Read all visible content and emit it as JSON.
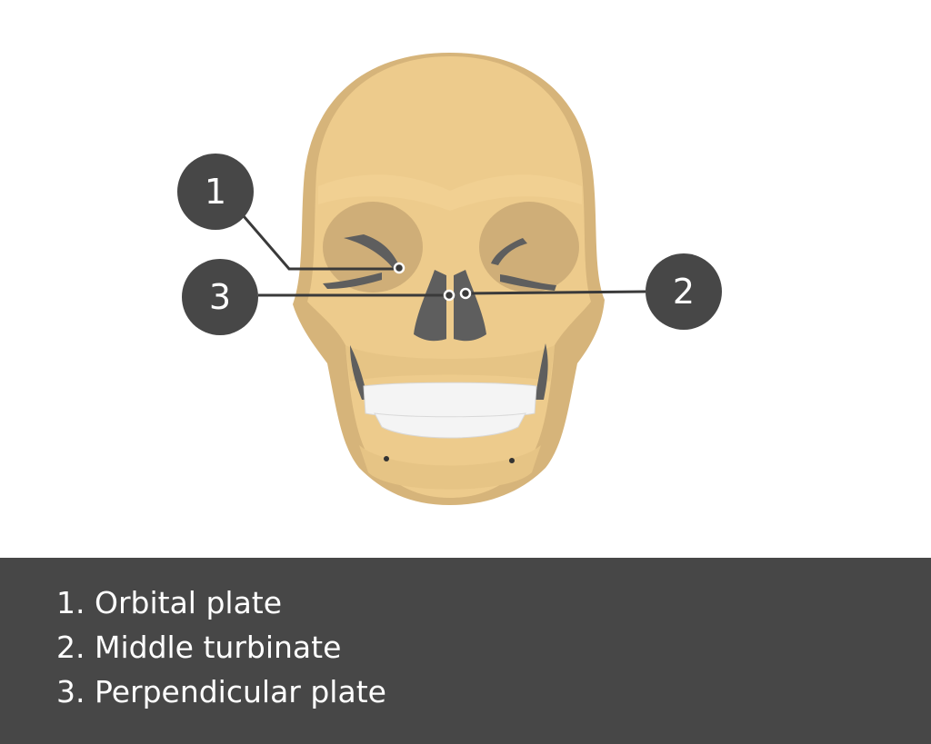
{
  "callouts": [
    {
      "number": "1",
      "target": "Orbital plate"
    },
    {
      "number": "2",
      "target": "Middle turbinate"
    },
    {
      "number": "3",
      "target": "Perpendicular plate"
    }
  ],
  "legend": {
    "items": [
      "1. Orbital plate",
      "2. Middle turbinate",
      "3. Perpendicular plate"
    ]
  },
  "colors": {
    "bone": "#edcb8c",
    "bone_shadow": "#d6b47a",
    "orbit": "#cfae78",
    "cavity": "#5e5e5e",
    "callout": "#474747",
    "teeth": "#f4f4f4",
    "legend_background": "#474747"
  }
}
